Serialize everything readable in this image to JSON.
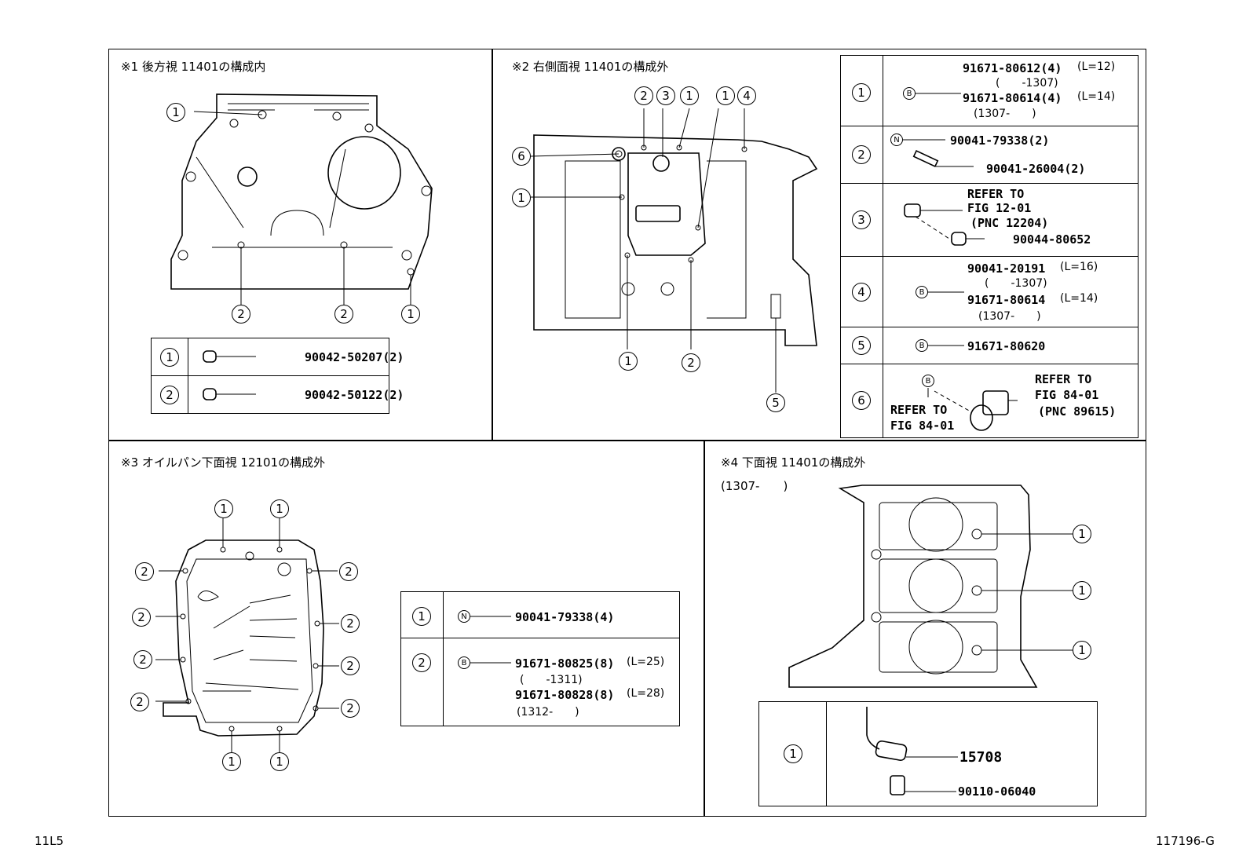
{
  "captions": {
    "s1": "※1 後方視 11401の構成内",
    "s2": "※2 右側面視 11401の構成外",
    "s3": "※3 オイルパン下面視 12101の構成外",
    "s4": "※4 下面視 11401の構成外",
    "s4_date": "(1307-　　)"
  },
  "callout_nums": {
    "n1": "1",
    "n2": "2",
    "n3": "3",
    "n4": "4",
    "n5": "5",
    "n6": "6"
  },
  "symbols": {
    "B": "B",
    "N": "N"
  },
  "table1": [
    {
      "ref": "1",
      "part": "90042-50207(2)"
    },
    {
      "ref": "2",
      "part": "90042-50122(2)"
    }
  ],
  "table2": {
    "r1": {
      "ref": "1",
      "a": "91671-80612(4)",
      "a_len": "(L=12)",
      "a_date": "(　　-1307)",
      "b": "91671-80614(4)",
      "b_len": "(L=14)",
      "b_date": "(1307-　　)"
    },
    "r2": {
      "ref": "2",
      "a": "90041-79338(2)",
      "b": "90041-26004(2)"
    },
    "r3": {
      "ref": "3",
      "refer1": "REFER TO",
      "refer2": "FIG 12-01",
      "refer3": "(PNC 12204)",
      "b": "90044-80652"
    },
    "r4": {
      "ref": "4",
      "a": "90041-20191",
      "a_len": "(L=16)",
      "a_date": "(　　-1307)",
      "b": "91671-80614",
      "b_len": "(L=14)",
      "b_date": "(1307-　　)"
    },
    "r5": {
      "ref": "5",
      "a": "91671-80620"
    },
    "r6": {
      "ref": "6",
      "refer_l1": "REFER TO",
      "refer_l2": "FIG 84-01",
      "refer_r1": "REFER TO",
      "refer_r2": "FIG 84-01",
      "refer_r3": "(PNC 89615)"
    }
  },
  "table3": {
    "r1": {
      "ref": "1",
      "a": "90041-79338(4)"
    },
    "r2": {
      "ref": "2",
      "a": "91671-80825(8)",
      "a_len": "(L=25)",
      "a_date": "(　　-1311)",
      "b": "91671-80828(8)",
      "b_len": "(L=28)",
      "b_date": "(1312-　　)"
    }
  },
  "table4": {
    "ref": "1",
    "a": "15708",
    "b": "90110-06040"
  },
  "footer": {
    "left": "11L5",
    "right": "117196-G"
  }
}
